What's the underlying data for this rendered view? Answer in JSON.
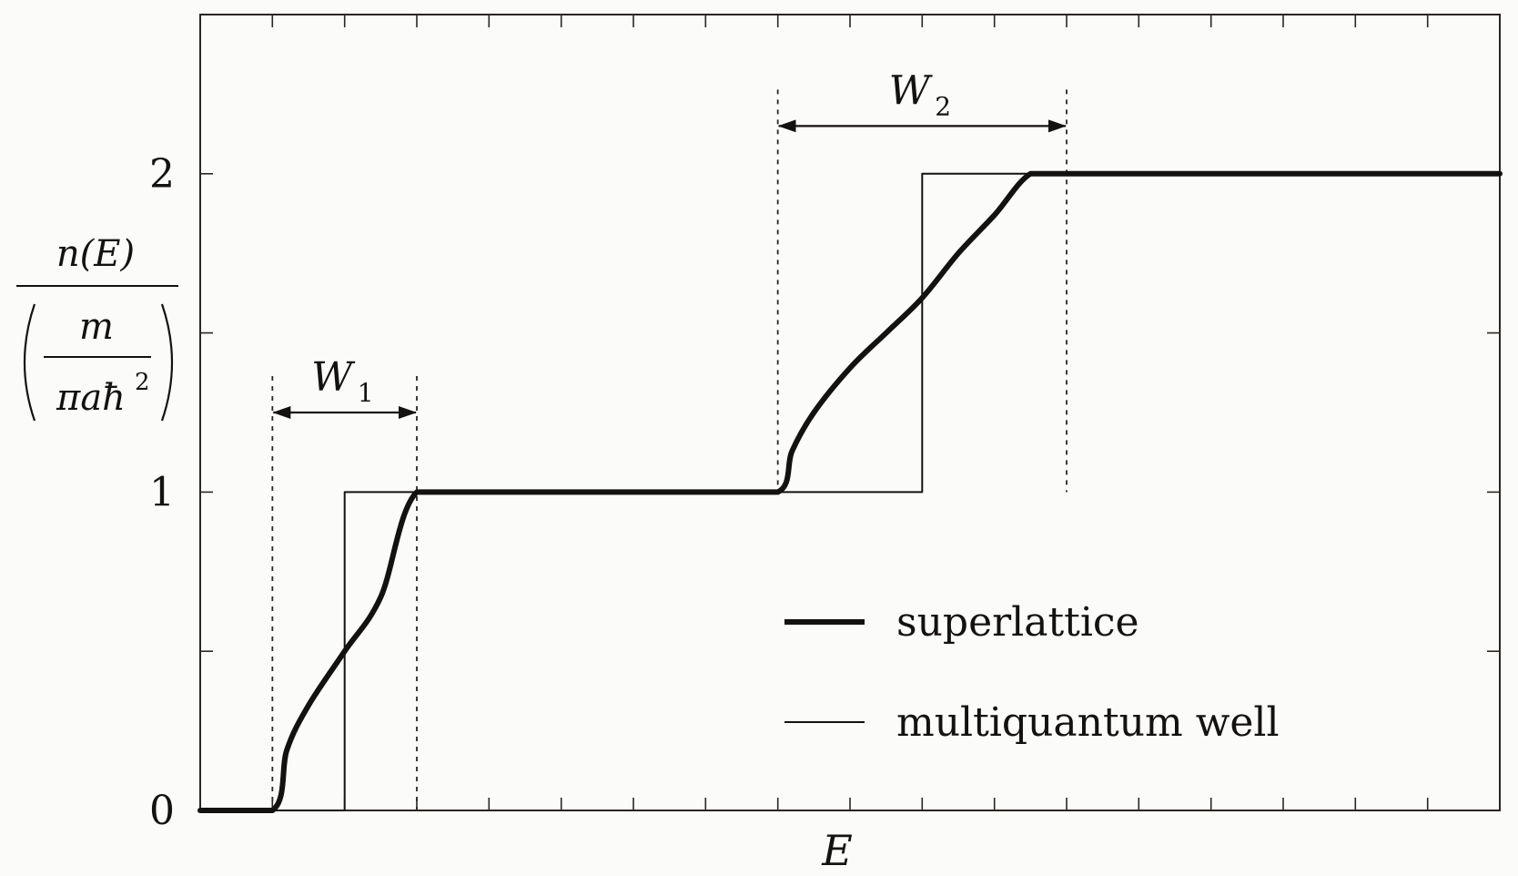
{
  "chart_data": {
    "type": "line",
    "title": "",
    "xlabel": "E",
    "ylabel": {
      "numerator": "n(E)",
      "inner_numerator": "m",
      "inner_denominator_base": "πaħ",
      "inner_denominator_exp": "2"
    },
    "xlim": [
      0,
      18
    ],
    "ylim": [
      0,
      2.5
    ],
    "yticks": [
      0,
      1,
      2
    ],
    "ytick_labels": [
      "0",
      "1",
      "2"
    ],
    "y_minor_ticks": [
      0.5,
      1.5
    ],
    "x_ticks": [
      1,
      2,
      3,
      4,
      5,
      6,
      7,
      8,
      9,
      10,
      11,
      12,
      13,
      14,
      15,
      16,
      17
    ],
    "grid": false,
    "legend_position": "lower-right",
    "series": [
      {
        "name": "superlattice",
        "style": "thick",
        "color": "#141210",
        "x": [
          0,
          1,
          1.2,
          1.5,
          2.0,
          2.5,
          3.0,
          4.0,
          5.0,
          6.0,
          7.0,
          8.0,
          8.2,
          8.5,
          9.0,
          9.5,
          10.0,
          10.5,
          11.0,
          11.5,
          12.0,
          13.0,
          14.0,
          15.0,
          16.0,
          17.0,
          18.0
        ],
        "y": [
          0,
          0,
          0.19,
          0.33,
          0.5,
          0.67,
          1,
          1,
          1,
          1,
          1,
          1,
          1.13,
          1.25,
          1.39,
          1.5,
          1.61,
          1.75,
          1.87,
          2.0,
          2.0,
          2.0,
          2.0,
          2.0,
          2.0,
          2.0,
          2.0
        ]
      },
      {
        "name": "multiquantum well",
        "style": "thin",
        "color": "#141210",
        "x": [
          0,
          2,
          2,
          10,
          10,
          18
        ],
        "y": [
          0,
          0,
          1,
          1,
          2,
          2
        ]
      }
    ],
    "annotations": [
      {
        "label": "W",
        "subscript": "1",
        "x_from": 1,
        "x_to": 3,
        "y": 1.25
      },
      {
        "label": "W",
        "subscript": "2",
        "x_from": 8,
        "x_to": 12,
        "y": 2.15
      }
    ]
  }
}
